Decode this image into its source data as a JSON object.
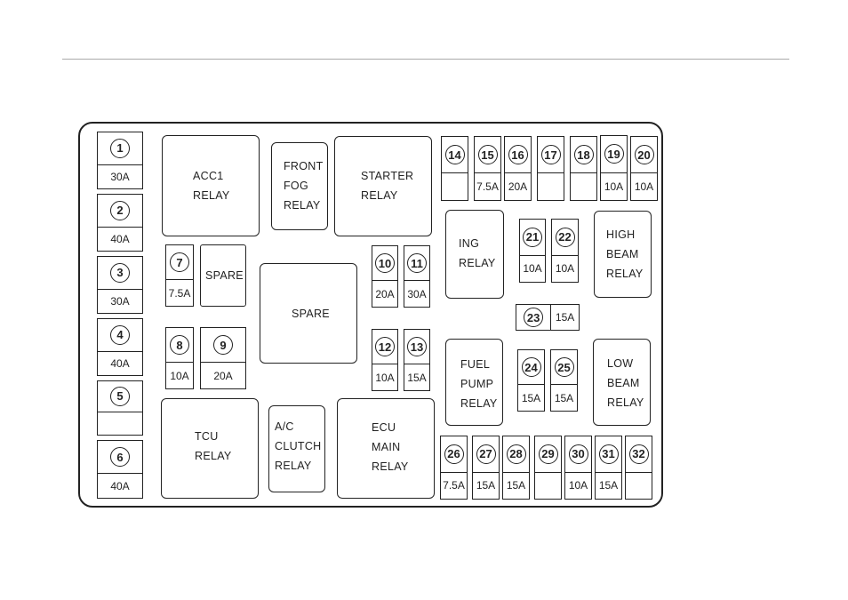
{
  "fuses": [
    {
      "n": "1",
      "a": "30A"
    },
    {
      "n": "2",
      "a": "40A"
    },
    {
      "n": "3",
      "a": "30A"
    },
    {
      "n": "4",
      "a": "40A"
    },
    {
      "n": "5",
      "a": ""
    },
    {
      "n": "6",
      "a": "40A"
    },
    {
      "n": "7",
      "a": "7.5A"
    },
    {
      "n": "8",
      "a": "10A"
    },
    {
      "n": "9",
      "a": "20A"
    },
    {
      "n": "10",
      "a": "20A"
    },
    {
      "n": "11",
      "a": "30A"
    },
    {
      "n": "12",
      "a": "10A"
    },
    {
      "n": "13",
      "a": "15A"
    },
    {
      "n": "14",
      "a": ""
    },
    {
      "n": "15",
      "a": "7.5A"
    },
    {
      "n": "16",
      "a": "20A"
    },
    {
      "n": "17",
      "a": ""
    },
    {
      "n": "18",
      "a": ""
    },
    {
      "n": "19",
      "a": "10A"
    },
    {
      "n": "20",
      "a": "10A"
    },
    {
      "n": "21",
      "a": "10A"
    },
    {
      "n": "22",
      "a": "10A"
    },
    {
      "n": "23",
      "a": "15A"
    },
    {
      "n": "24",
      "a": "15A"
    },
    {
      "n": "25",
      "a": "15A"
    },
    {
      "n": "26",
      "a": "7.5A"
    },
    {
      "n": "27",
      "a": "15A"
    },
    {
      "n": "28",
      "a": "15A"
    },
    {
      "n": "29",
      "a": ""
    },
    {
      "n": "30",
      "a": "10A"
    },
    {
      "n": "31",
      "a": "15A"
    },
    {
      "n": "32",
      "a": ""
    }
  ],
  "relays": {
    "acc1": [
      "ACC1",
      "RELAY"
    ],
    "front_fog": [
      "FRONT",
      "FOG",
      "RELAY"
    ],
    "starter": [
      "STARTER",
      "RELAY"
    ],
    "ing": [
      "ING",
      "RELAY"
    ],
    "high_beam": [
      "HIGH",
      "BEAM",
      "RELAY"
    ],
    "spare_small": [
      "SPARE"
    ],
    "spare_big": [
      "SPARE"
    ],
    "fuel_pump": [
      "FUEL",
      "PUMP",
      "RELAY"
    ],
    "low_beam": [
      "LOW",
      "BEAM",
      "RELAY"
    ],
    "tcu": [
      "TCU",
      "RELAY"
    ],
    "ac_clutch": [
      "A/C",
      "CLUTCH",
      "RELAY"
    ],
    "ecu_main": [
      "ECU",
      "MAIN",
      "RELAY"
    ]
  }
}
